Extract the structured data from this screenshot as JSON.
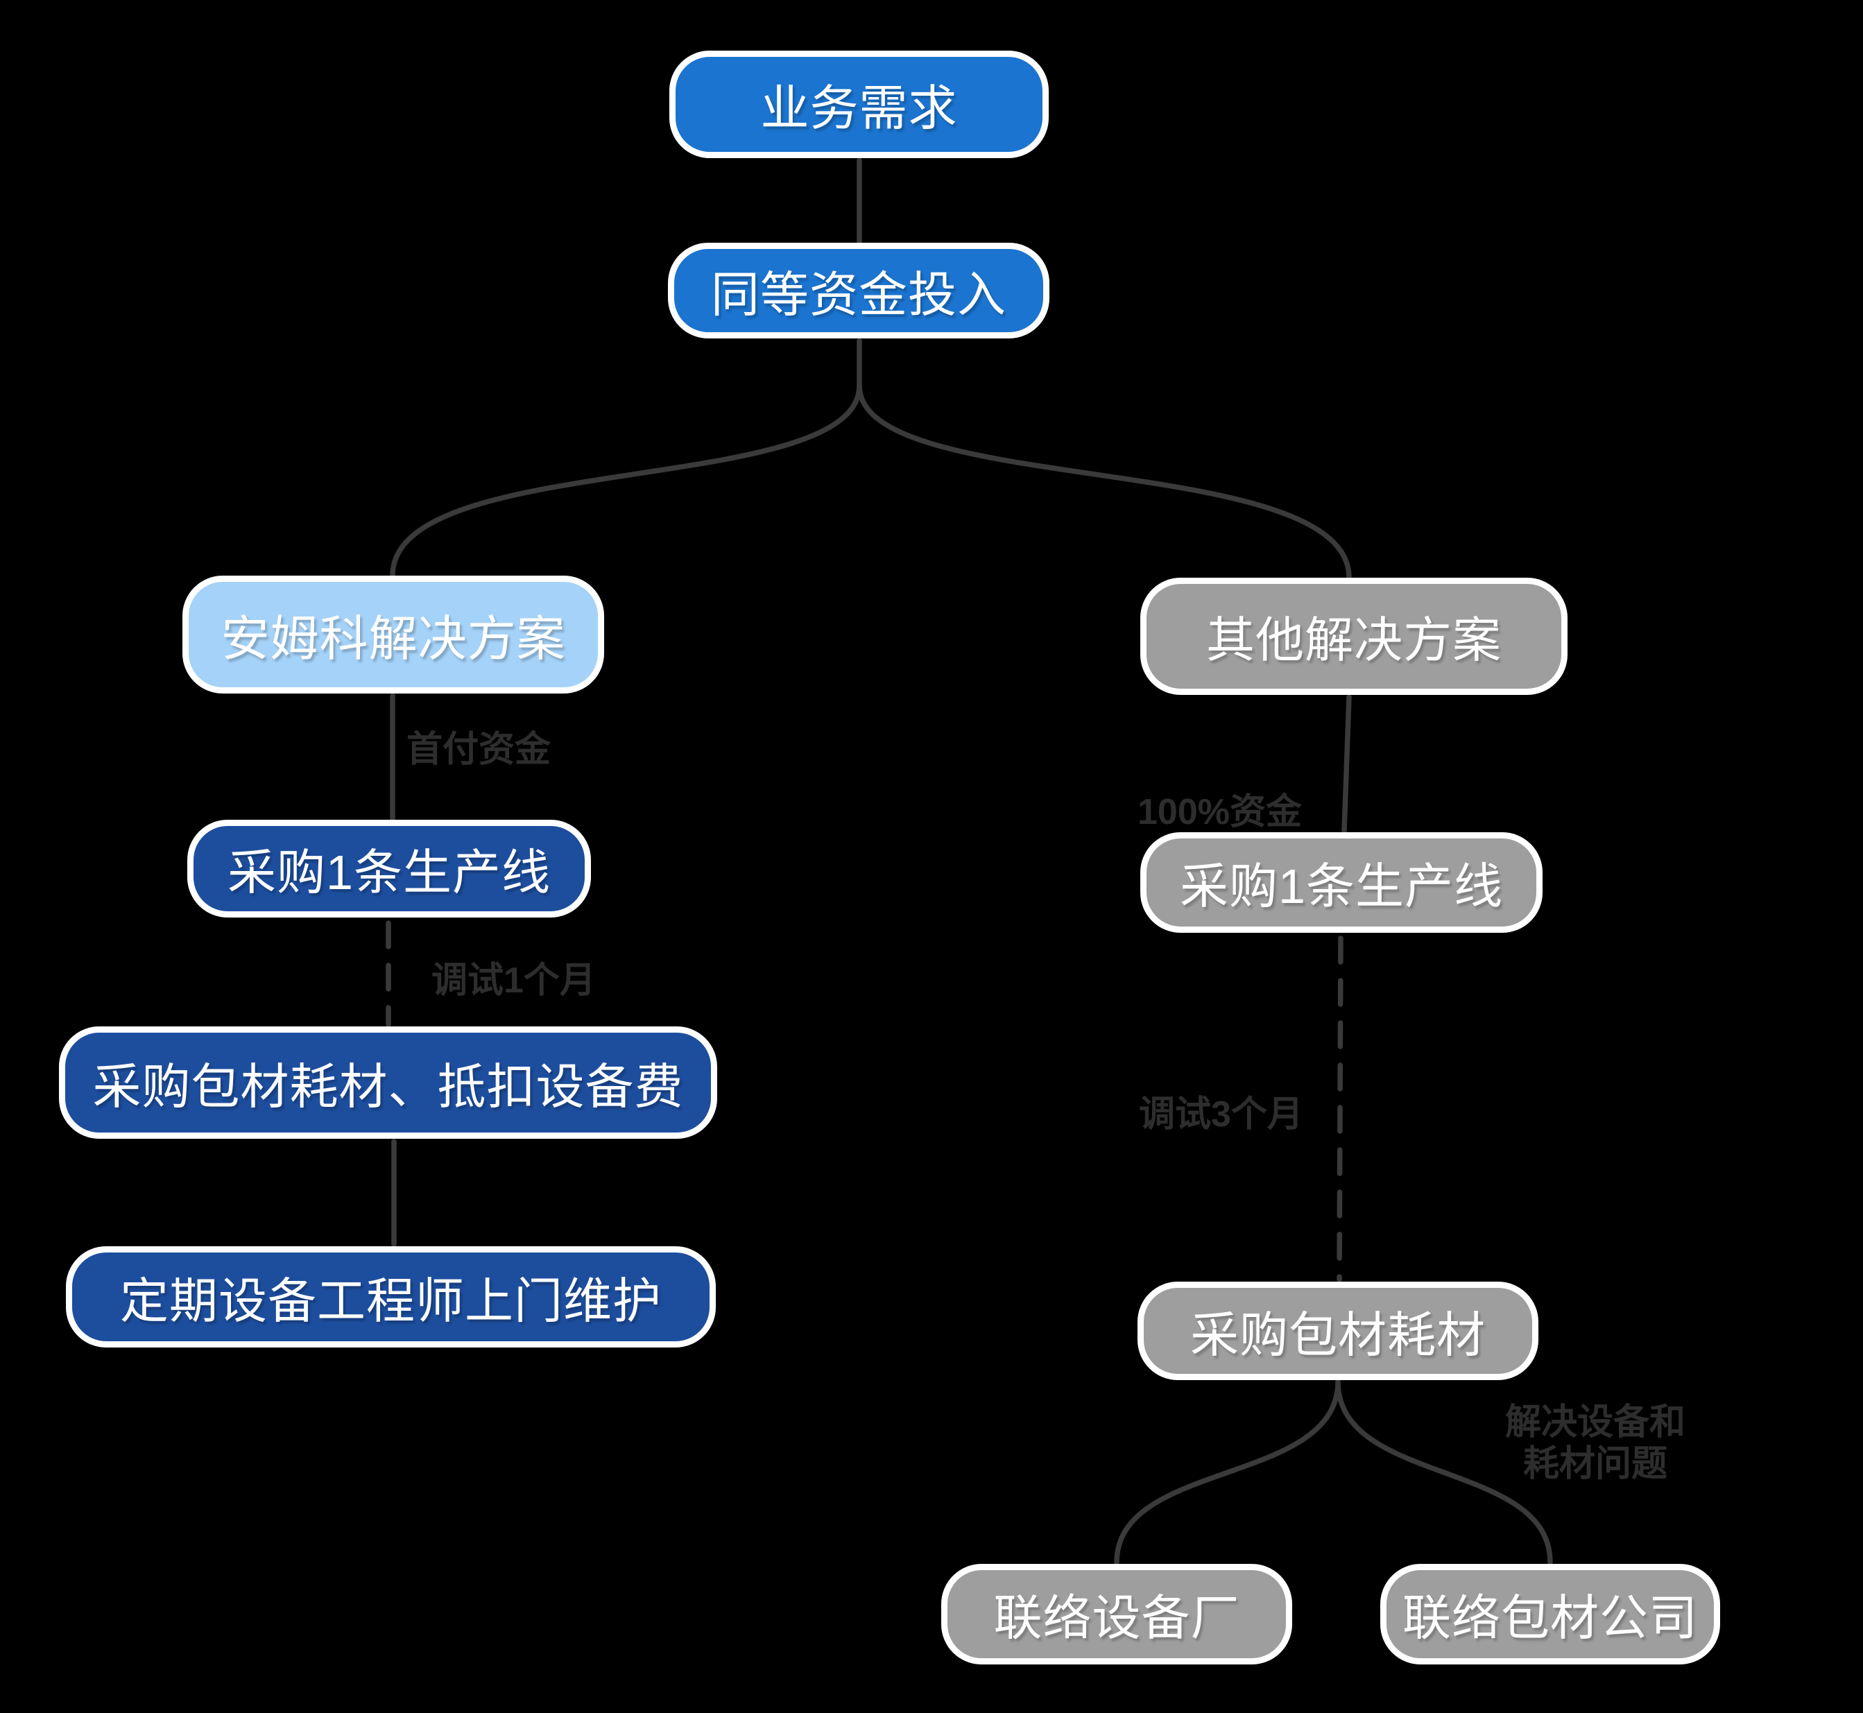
{
  "diagram": {
    "type": "flowchart-mindmap",
    "background": "#000000",
    "colors": {
      "primary_blue": "#1b74cf",
      "light_blue": "#a5d2f8",
      "dark_blue": "#1d4e9e",
      "gray": "#9e9e9e",
      "node_border": "#ffffff",
      "node_text": "#ffffff",
      "line": "#3a3a3a",
      "edge_label_text": "#2d2d2d"
    },
    "nodes": {
      "root": {
        "label": "业务需求"
      },
      "investment": {
        "label": "同等资金投入"
      },
      "amcor_solution": {
        "label": "安姆科解决方案"
      },
      "other_solution": {
        "label": "其他解决方案"
      },
      "amcor_purchase_line": {
        "label": "采购1条生产线"
      },
      "other_purchase_line": {
        "label": "采购1条生产线"
      },
      "amcor_purchase_materials": {
        "label": "采购包材耗材、抵扣设备费"
      },
      "amcor_maintenance": {
        "label": "定期设备工程师上门维护"
      },
      "other_purchase_materials": {
        "label": "采购包材耗材"
      },
      "contact_equipment_factory": {
        "label": "联络设备厂"
      },
      "contact_packaging_company": {
        "label": "联络包材公司"
      }
    },
    "edge_labels": {
      "down_payment": "首付资金",
      "debug_1_month": "调试1个月",
      "full_funding": "100%资金",
      "debug_3_months": "调试3个月",
      "solve_problems_line1": "解决设备和",
      "solve_problems_line2": "耗材问题"
    }
  }
}
